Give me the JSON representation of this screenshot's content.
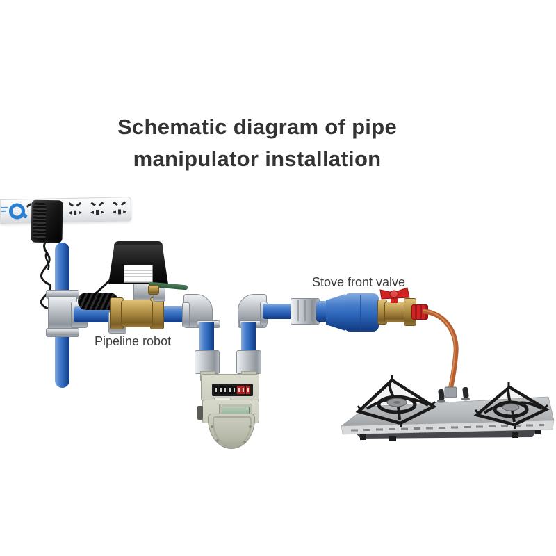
{
  "title": {
    "line1": "Schematic diagram of pipe",
    "line2": "manipulator installation"
  },
  "labels": {
    "pipeline_robot": "Pipeline robot",
    "stove_front_valve": "Stove front valve"
  },
  "meter": {
    "counter_wheels_black": 5,
    "counter_wheels_red": 3
  },
  "colors": {
    "background": "#ffffff",
    "title_text": "#333333",
    "label_text": "#3d3d3d",
    "pipe_blue": "#2a62b6",
    "pipe_blue_dark": "#16418a",
    "fitting_silver": "#b9bec4",
    "brass": "#b08f45",
    "valve_handle_red": "#d32222",
    "hose_orange": "#b35f31",
    "actuator_black": "#141414",
    "meter_beige": "#cccec0",
    "lcd_green": "#9ab8a0",
    "logo_blue": "#2a7fd4",
    "stove_steel": "#b7babc",
    "grate_black": "#1a1a1a"
  }
}
